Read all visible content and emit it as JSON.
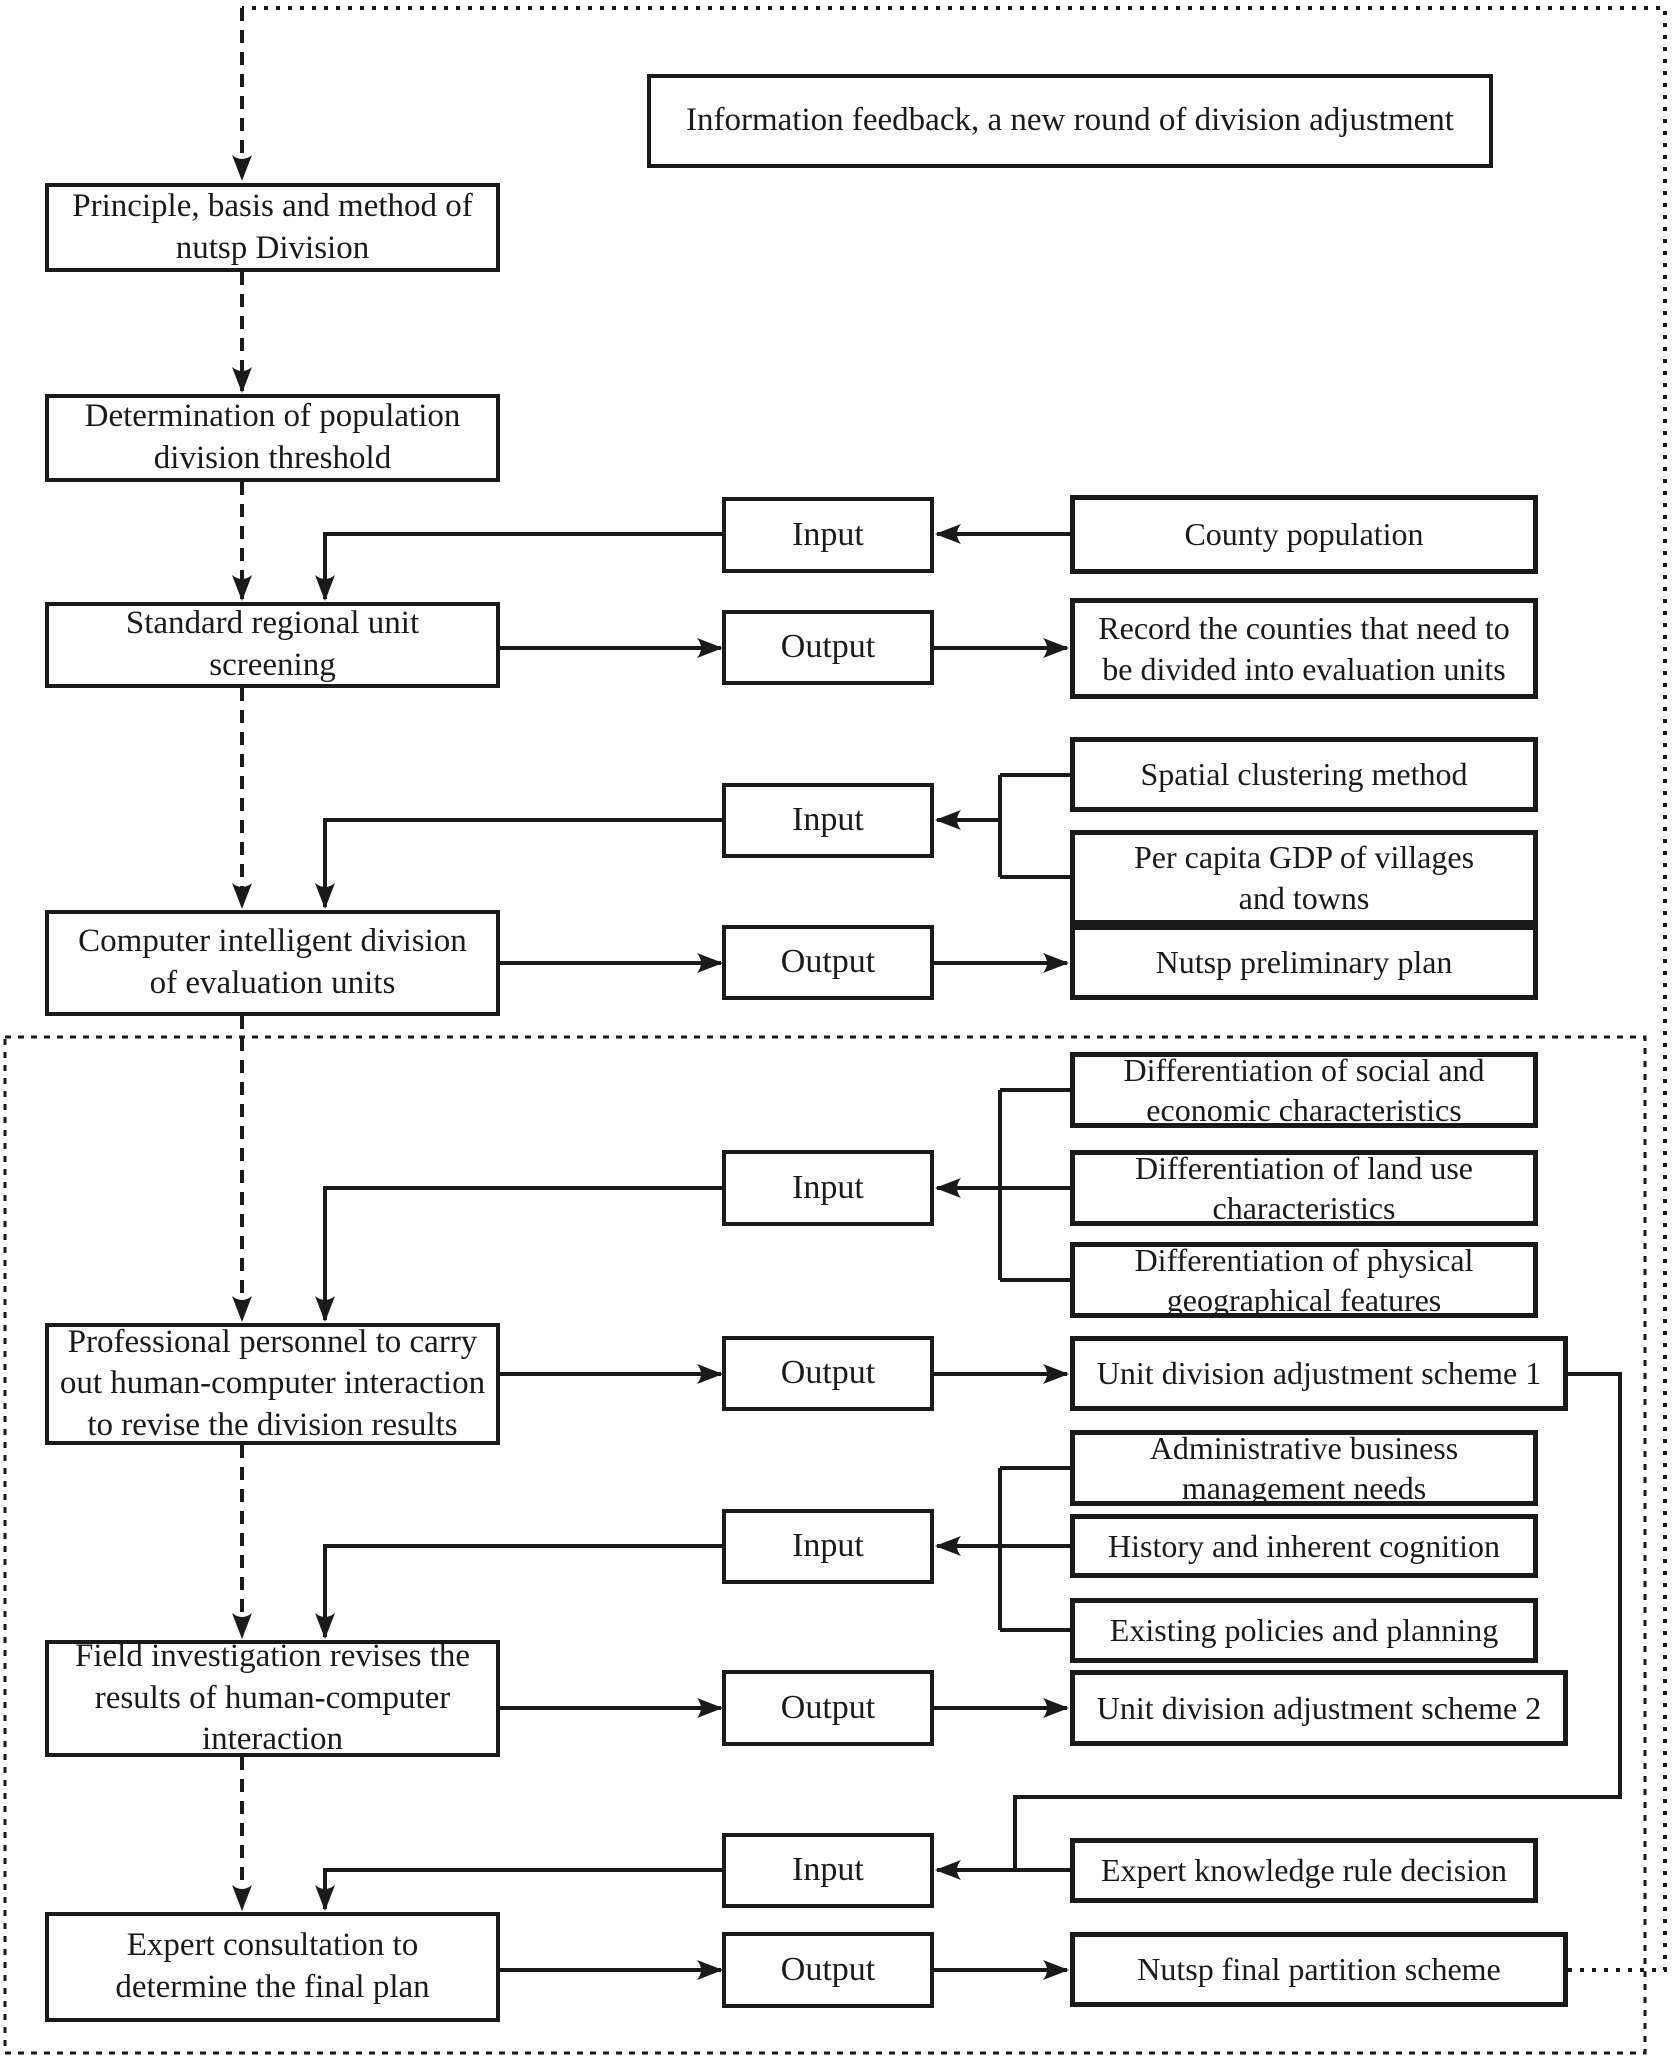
{
  "colors": {
    "line": "#1a1a1a",
    "box_background": "#ffffff",
    "page_background": "#ffffff"
  },
  "feedback_box": {
    "label": "Information feedback, a new round of division adjustment"
  },
  "io": {
    "input": "Input",
    "output": "Output"
  },
  "steps": {
    "principle": "Principle, basis and method of\nnutsp Division",
    "determination": "Determination of population\ndivision threshold",
    "screening": "Standard regional unit\nscreening",
    "computer": "Computer intelligent division\nof evaluation units",
    "professional": "Professional personnel to carry\nout human-computer interaction\nto revise the division results",
    "field": "Field investigation revises the\nresults of human-computer\ninteraction",
    "expert": "Expert consultation to\ndetermine the final plan"
  },
  "inputs": {
    "county": "County population",
    "spatial": "Spatial clustering method",
    "gdp": "Per capita GDP of villages\nand towns",
    "diff_social": "Differentiation of social and\neconomic characteristics",
    "diff_land": "Differentiation of land use\ncharacteristics",
    "diff_phys": "Differentiation of physical\ngeographical features",
    "admin": "Administrative business\nmanagement needs",
    "history": "History and inherent cognition",
    "policies": "Existing policies and planning",
    "decision": "Expert knowledge rule decision"
  },
  "outputs": {
    "record": "Record the counties that need to\nbe divided into evaluation units",
    "prelim": "Nutsp preliminary plan",
    "scheme1": "Unit division adjustment scheme 1",
    "scheme2": "Unit division adjustment scheme 2",
    "final": "Nutsp final partition scheme"
  }
}
